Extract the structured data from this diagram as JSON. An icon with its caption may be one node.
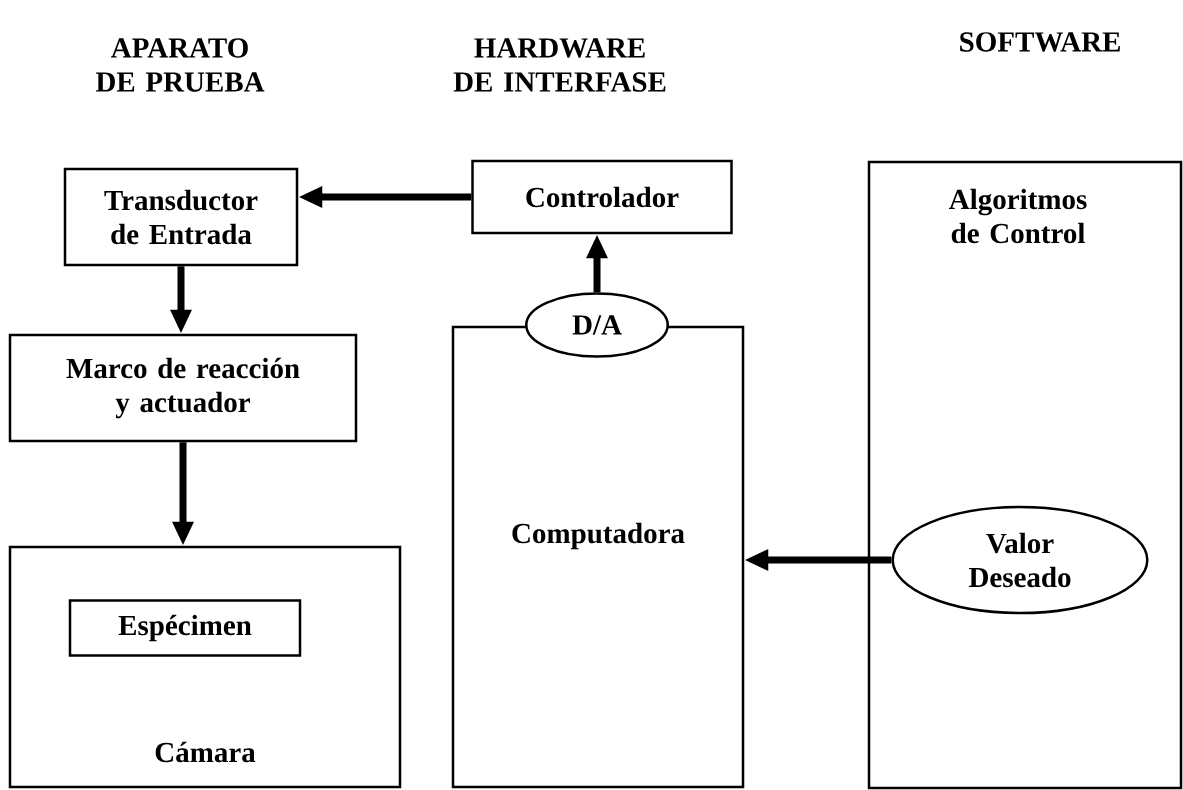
{
  "diagram": {
    "nodes": [
      {
        "text": [
          "Transductor de Entrada"
        ]
      },
      {
        "text": [
          "Controlador"
        ]
      },
      {
        "text": [
          "Marco de reacción y actuador"
        ]
      },
      {
        "text": [
          "Cámara"
        ]
      },
      {
        "text": [
          "Espécimen"
        ],
        "in": 3
      },
      {
        "text": [
          "Computadora"
        ]
      },
      {
        "text": [
          "D/A"
        ]
      },
      {
        "text": [
          "Algoritmos de Control"
        ]
      },
      {
        "text": [
          "Valor Deseado"
        ],
        "in": 7
      }
    ],
    "edges": [
      {
        "from": 1,
        "to": 0,
        "arrow": "to"
      },
      {
        "from": 0,
        "to": 2,
        "arrow": "to"
      },
      {
        "from": 2,
        "to": 3,
        "arrow": "to"
      },
      {
        "from": 6,
        "to": 1,
        "arrow": "to"
      },
      {
        "from": 8,
        "to": 5,
        "arrow": "to"
      }
    ],
    "labels": [
      "APARATO DE PRUEBA",
      "HARDWARE DE INTERFASE",
      "SOFTWARE"
    ]
  }
}
